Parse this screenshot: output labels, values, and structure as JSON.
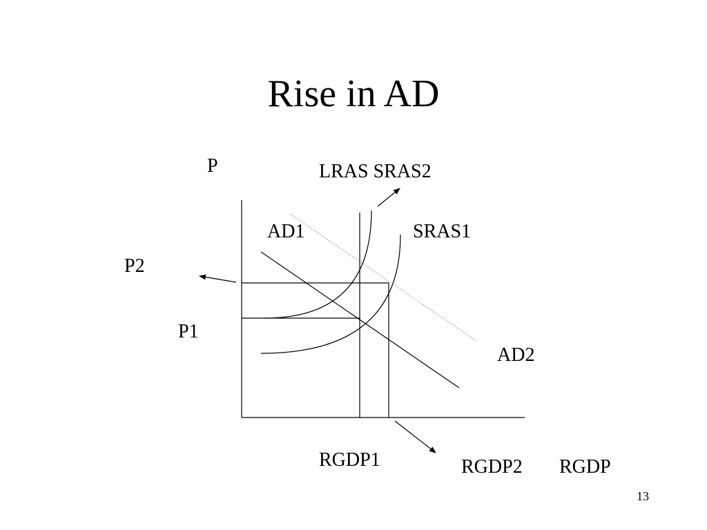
{
  "slide": {
    "title": "Rise in AD",
    "page_number": "13"
  },
  "labels": {
    "p_axis": "P",
    "lras_sras2": "LRAS  SRAS2",
    "ad1": "AD1",
    "sras1": "SRAS1",
    "p2": "P2",
    "p1": "P1",
    "ad2": "AD2",
    "rgdp1": "RGDP1",
    "rgdp2": "RGDP2",
    "rgdp_axis": "RGDP"
  },
  "colors": {
    "ink": "#000000",
    "ad2_line": "#999999"
  }
}
